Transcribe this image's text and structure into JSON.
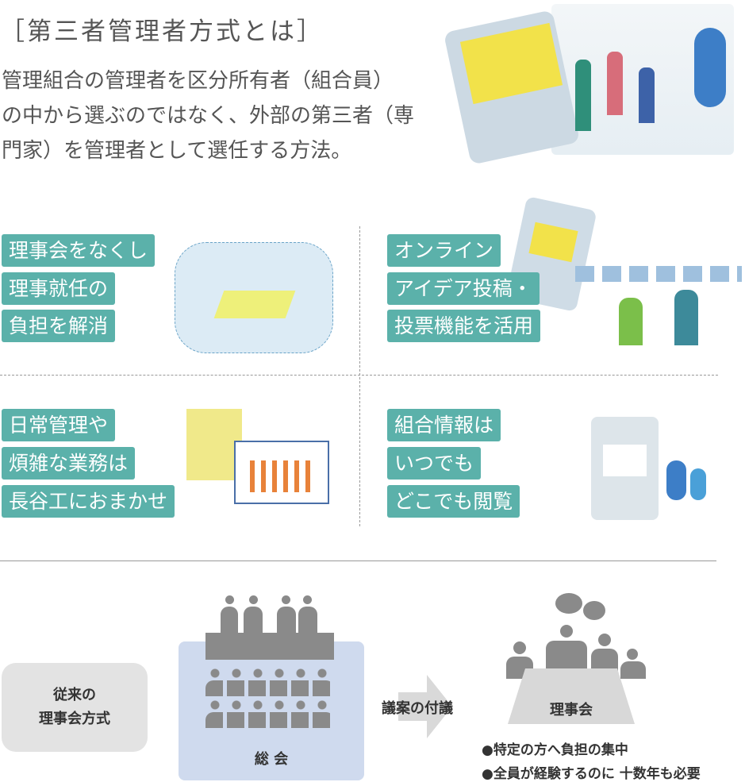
{
  "title": "［第三者管理者方式とは］",
  "lead": [
    "管理組合の管理者を区分所有者（組合員）",
    "の中から選ぶのではなく、外部の第三者（専",
    "門家）を管理者として選任する方法。"
  ],
  "features": [
    {
      "lines": [
        "理事会をなくし",
        "理事就任の",
        "負担を解消"
      ]
    },
    {
      "lines": [
        "オンライン",
        "アイデア投稿・",
        "投票機能を活用"
      ]
    },
    {
      "lines": [
        "日常管理や",
        "煩雑な業務は",
        "長谷工におまかせ"
      ]
    },
    {
      "lines": [
        "組合情報は",
        "いつでも",
        "どこでも閲覧"
      ]
    }
  ],
  "conventional": {
    "label": [
      "従来の",
      "理事会方式"
    ],
    "general_meeting": "総 会",
    "arrow_label": "議案の付議",
    "board": "理事会",
    "bullets": [
      "●特定の方へ負担の集中",
      "●全員が経験するのに 十数年も必要"
    ]
  },
  "colors": {
    "accent": "#5bb1aa",
    "meeting_box": "#cfdaee",
    "gray_box": "#e3e3e3",
    "figure": "#8a8a8a"
  }
}
